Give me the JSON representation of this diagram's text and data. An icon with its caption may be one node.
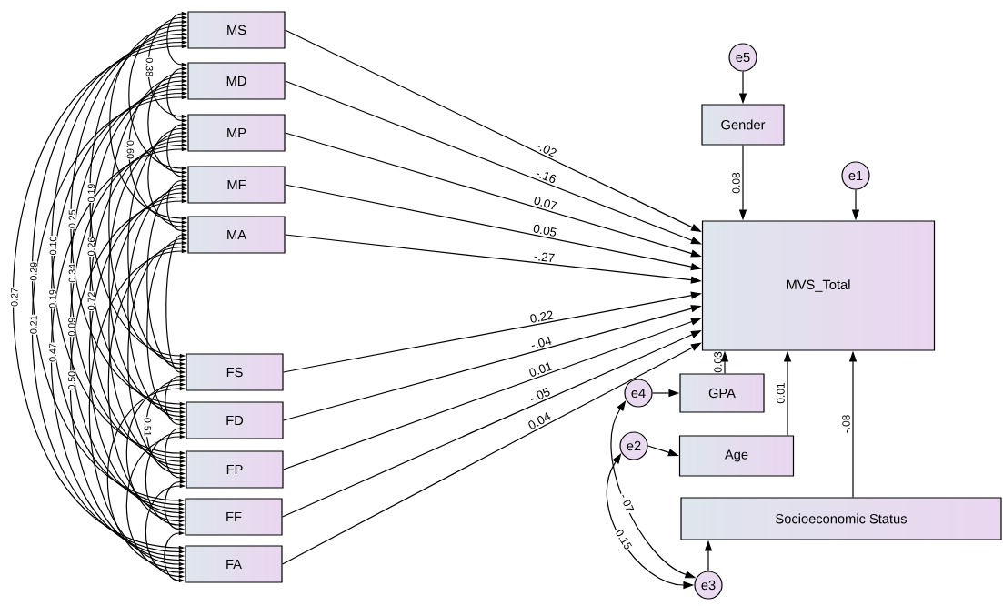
{
  "diagram": {
    "nodes": [
      {
        "text": [
          "MS"
        ]
      },
      {
        "text": [
          "MD"
        ]
      },
      {
        "text": [
          "MP"
        ]
      },
      {
        "text": [
          "MF"
        ]
      },
      {
        "text": [
          "MA"
        ]
      },
      {
        "text": [
          "FS"
        ]
      },
      {
        "text": [
          "FD"
        ]
      },
      {
        "text": [
          "FP"
        ]
      },
      {
        "text": [
          "FF"
        ]
      },
      {
        "text": [
          "FA"
        ]
      },
      {
        "text": [
          "MVS_Total"
        ]
      },
      {
        "text": [
          "Gender"
        ]
      },
      {
        "text": [
          "e5"
        ]
      },
      {
        "text": [
          "e1"
        ]
      },
      {
        "text": [
          "GPA"
        ]
      },
      {
        "text": [
          "Age"
        ]
      },
      {
        "text": [
          "Socioeconomic Status"
        ]
      },
      {
        "text": [
          "e4"
        ]
      },
      {
        "text": [
          "e2"
        ]
      },
      {
        "text": [
          "e3"
        ]
      }
    ],
    "edges": [
      {
        "from": 0,
        "to": 10,
        "arrow": "to",
        "label": "-.02"
      },
      {
        "from": 1,
        "to": 10,
        "arrow": "to",
        "label": "-.16"
      },
      {
        "from": 2,
        "to": 10,
        "arrow": "to",
        "label": "0.07"
      },
      {
        "from": 3,
        "to": 10,
        "arrow": "to",
        "label": "0.05"
      },
      {
        "from": 4,
        "to": 10,
        "arrow": "to",
        "label": "-.27"
      },
      {
        "from": 5,
        "to": 10,
        "arrow": "to",
        "label": "0.22"
      },
      {
        "from": 6,
        "to": 10,
        "arrow": "to",
        "label": "-.04"
      },
      {
        "from": 7,
        "to": 10,
        "arrow": "to",
        "label": "0.01"
      },
      {
        "from": 8,
        "to": 10,
        "arrow": "to",
        "label": "-.05"
      },
      {
        "from": 9,
        "to": 10,
        "arrow": "to",
        "label": "0.04"
      },
      {
        "from": 12,
        "to": 11,
        "arrow": "to"
      },
      {
        "from": 11,
        "to": 10,
        "arrow": "to",
        "label": "0.08"
      },
      {
        "from": 13,
        "to": 10,
        "arrow": "to"
      },
      {
        "from": 14,
        "to": 10,
        "arrow": "to",
        "label": "0.03"
      },
      {
        "from": 15,
        "to": 10,
        "arrow": "to",
        "label": "0.01"
      },
      {
        "from": 16,
        "to": 10,
        "arrow": "to",
        "label": "-.08"
      },
      {
        "from": 17,
        "to": 14,
        "arrow": "to"
      },
      {
        "from": 18,
        "to": 15,
        "arrow": "to"
      },
      {
        "from": 19,
        "to": 16,
        "arrow": "to"
      },
      {
        "from": 17,
        "to": 19,
        "arrow": "both",
        "label": "-.07"
      },
      {
        "from": 18,
        "to": 19,
        "arrow": "both",
        "label": "0.15"
      },
      {
        "from": 0,
        "to": 1,
        "arrow": "both"
      },
      {
        "from": 0,
        "to": 2,
        "arrow": "both",
        "label": "0.38"
      },
      {
        "from": 0,
        "to": 3,
        "arrow": "both"
      },
      {
        "from": 0,
        "to": 4,
        "arrow": "both"
      },
      {
        "from": 0,
        "to": 5,
        "arrow": "both",
        "label": "0.19"
      },
      {
        "from": 0,
        "to": 6,
        "arrow": "both",
        "label": "0.25"
      },
      {
        "from": 0,
        "to": 7,
        "arrow": "both",
        "label": "0.10"
      },
      {
        "from": 0,
        "to": 8,
        "arrow": "both",
        "label": "0.29"
      },
      {
        "from": 0,
        "to": 9,
        "arrow": "both",
        "label": "0.27"
      },
      {
        "from": 1,
        "to": 2,
        "arrow": "both"
      },
      {
        "from": 1,
        "to": 3,
        "arrow": "both"
      },
      {
        "from": 1,
        "to": 4,
        "arrow": "both",
        "label": "0.60"
      },
      {
        "from": 1,
        "to": 5,
        "arrow": "both"
      },
      {
        "from": 1,
        "to": 6,
        "arrow": "both",
        "label": "0.26"
      },
      {
        "from": 1,
        "to": 7,
        "arrow": "both",
        "label": "0.34"
      },
      {
        "from": 1,
        "to": 8,
        "arrow": "both",
        "label": "0.19"
      },
      {
        "from": 1,
        "to": 9,
        "arrow": "both",
        "label": "0.21"
      },
      {
        "from": 2,
        "to": 3,
        "arrow": "both"
      },
      {
        "from": 2,
        "to": 4,
        "arrow": "both"
      },
      {
        "from": 2,
        "to": 5,
        "arrow": "both"
      },
      {
        "from": 2,
        "to": 6,
        "arrow": "both"
      },
      {
        "from": 2,
        "to": 7,
        "arrow": "both",
        "label": "0.72"
      },
      {
        "from": 2,
        "to": 8,
        "arrow": "both",
        "label": "0.09"
      },
      {
        "from": 2,
        "to": 9,
        "arrow": "both",
        "label": "0.47"
      },
      {
        "from": 3,
        "to": 4,
        "arrow": "both"
      },
      {
        "from": 3,
        "to": 5,
        "arrow": "both"
      },
      {
        "from": 3,
        "to": 6,
        "arrow": "both"
      },
      {
        "from": 3,
        "to": 7,
        "arrow": "both"
      },
      {
        "from": 3,
        "to": 8,
        "arrow": "both"
      },
      {
        "from": 3,
        "to": 9,
        "arrow": "both",
        "label": "0.50"
      },
      {
        "from": 4,
        "to": 5,
        "arrow": "both"
      },
      {
        "from": 4,
        "to": 6,
        "arrow": "both"
      },
      {
        "from": 4,
        "to": 7,
        "arrow": "both"
      },
      {
        "from": 4,
        "to": 8,
        "arrow": "both"
      },
      {
        "from": 4,
        "to": 9,
        "arrow": "both"
      },
      {
        "from": 5,
        "to": 6,
        "arrow": "both"
      },
      {
        "from": 5,
        "to": 7,
        "arrow": "both",
        "label": "0.51"
      },
      {
        "from": 5,
        "to": 8,
        "arrow": "both"
      },
      {
        "from": 5,
        "to": 9,
        "arrow": "both"
      },
      {
        "from": 6,
        "to": 7,
        "arrow": "both"
      },
      {
        "from": 6,
        "to": 8,
        "arrow": "both"
      },
      {
        "from": 6,
        "to": 9,
        "arrow": "both"
      },
      {
        "from": 7,
        "to": 8,
        "arrow": "both"
      },
      {
        "from": 7,
        "to": 9,
        "arrow": "both"
      },
      {
        "from": 8,
        "to": 9,
        "arrow": "both"
      }
    ]
  }
}
